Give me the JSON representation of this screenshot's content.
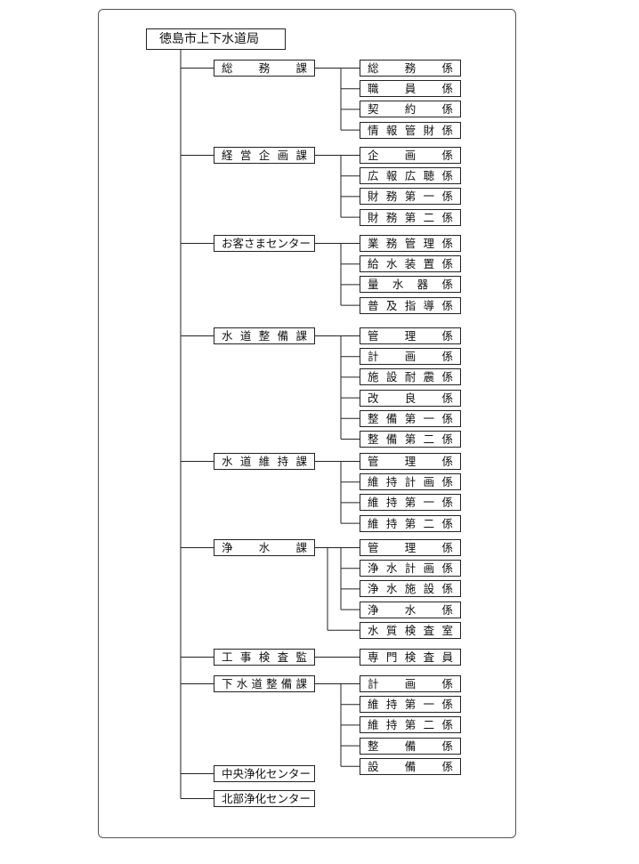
{
  "root": "徳島市上下水道局",
  "departments": [
    {
      "name": "総務課",
      "sections": [
        "総務係",
        "職員係",
        "契約係",
        "情報管財係"
      ]
    },
    {
      "name": "経営企画課",
      "sections": [
        "企画係",
        "広報広聴係",
        "財務第一係",
        "財務第二係"
      ]
    },
    {
      "name": "お客さまセンター",
      "sections": [
        "業務管理係",
        "給水装置係",
        "量水器係",
        "普及指導係"
      ]
    },
    {
      "name": "水道整備課",
      "sections": [
        "管理係",
        "計画係",
        "施設耐震係",
        "改良係",
        "整備第一係",
        "整備第二係"
      ]
    },
    {
      "name": "水道維持課",
      "sections": [
        "管理係",
        "維持計画係",
        "維持第一係",
        "維持第二係"
      ]
    },
    {
      "name": "浄水課",
      "sections": [
        "管理係",
        "浄水計画係",
        "浄水施設係",
        "浄水係",
        "水質検査室"
      ]
    },
    {
      "name": "工事検査監",
      "sections": [
        "専門検査員"
      ]
    },
    {
      "name": "下水道整備課",
      "sections": [
        "計画係",
        "維持第一係",
        "維持第二係",
        "整備係",
        "設備係"
      ]
    },
    {
      "name": "中央浄化センター",
      "sections": []
    },
    {
      "name": "北部浄化センター",
      "sections": []
    }
  ]
}
